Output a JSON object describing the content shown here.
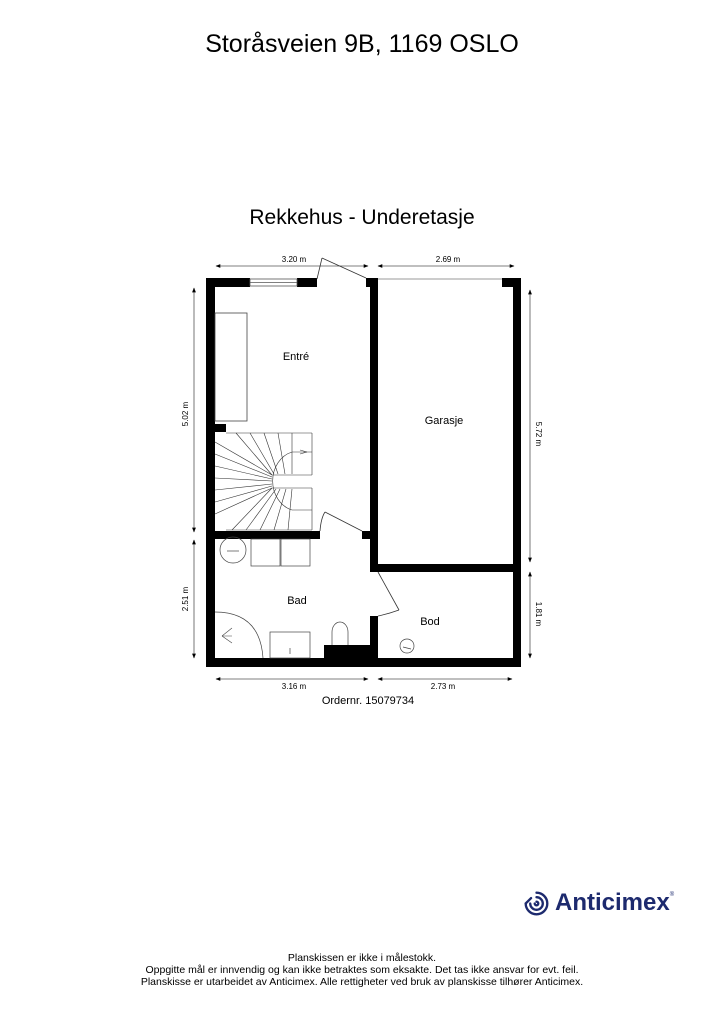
{
  "header": {
    "address": "Storåsveien 9B, 1169 OSLO",
    "floor_title": "Rekkehus  - Underetasje"
  },
  "rooms": {
    "entre": "Entré",
    "garasje": "Garasje",
    "bad": "Bad",
    "bod": "Bod"
  },
  "dimensions": {
    "top_left": "3.20 m",
    "top_right": "2.69 m",
    "left_upper": "5.02 m",
    "left_lower": "2.51 m",
    "right_upper": "5.72 m",
    "right_lower": "1.81 m",
    "bottom_left": "3.16 m",
    "bottom_right": "2.73 m"
  },
  "order": {
    "label": "Ordernr. 15079734"
  },
  "logo": {
    "name": "Anticimex",
    "icon": "anticimex-swirl-icon",
    "color": "#1d2a6e"
  },
  "footer": {
    "line1": "Planskissen er ikke i målestokk.",
    "line2": "Oppgitte mål er innvendig og kan ikke betraktes som eksakte. Det tas ikke ansvar for evt. feil.",
    "line3": "Planskisse er utarbeidet av Anticimex. Alle rettigheter ved bruk av planskisse tilhører Anticimex."
  }
}
